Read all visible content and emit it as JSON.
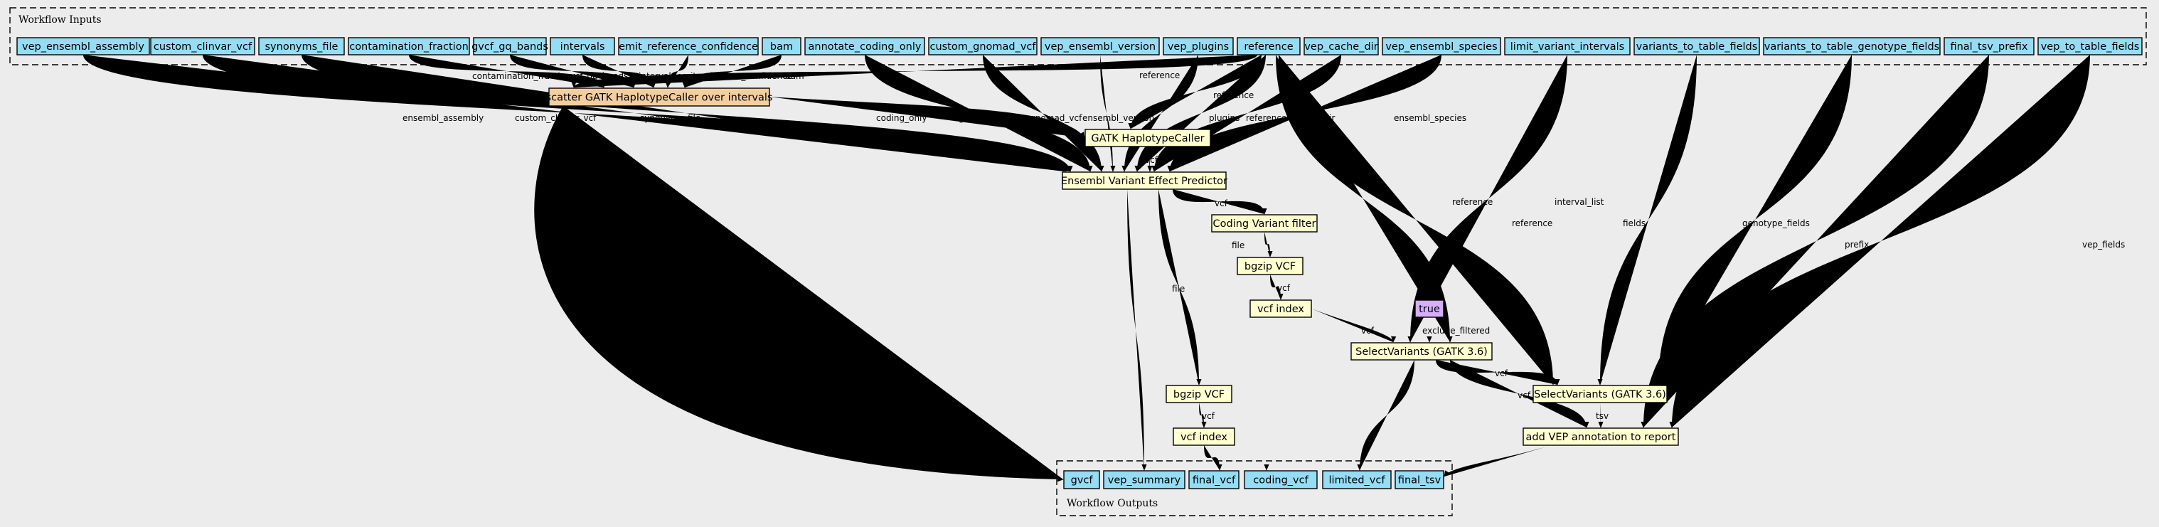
{
  "colors": {
    "background": "#ececec",
    "io": "#94ddf4",
    "step": "#ffffd0",
    "scatter": "#f3cea1",
    "constant": "#d5aefc"
  },
  "clusters": {
    "inputs": "Workflow Inputs",
    "outputs": "Workflow Outputs"
  },
  "inputs": [
    "vep_ensembl_assembly",
    "custom_clinvar_vcf",
    "synonyms_file",
    "contamination_fraction",
    "gvcf_gq_bands",
    "intervals",
    "emit_reference_confidence",
    "bam",
    "annotate_coding_only",
    "custom_gnomad_vcf",
    "vep_ensembl_version",
    "vep_plugins",
    "reference",
    "vep_cache_dir",
    "vep_ensembl_species",
    "limit_variant_intervals",
    "variants_to_table_fields",
    "variants_to_table_genotype_fields",
    "final_tsv_prefix",
    "vep_to_table_fields"
  ],
  "steps": {
    "scatter": "scatter GATK HaplotypeCaller over intervals",
    "gatk_hc": "GATK HaplotypeCaller",
    "vep": "Ensembl Variant Effect Predictor",
    "coding_filter": "Coding Variant filter",
    "bgzip1": "bgzip VCF",
    "index1": "vcf index",
    "const_true": "true",
    "select1": "SelectVariants (GATK 3.6)",
    "select2": "SelectVariants (GATK 3.6)",
    "bgzip2": "bgzip VCF",
    "index2": "vcf index",
    "add_vep": "add VEP annotation to report"
  },
  "outputs": [
    "gvcf",
    "vep_summary",
    "final_vcf",
    "coding_vcf",
    "limited_vcf",
    "final_tsv"
  ],
  "edge_labels": {
    "reference_scatter": "reference",
    "contamination_fraction": "contamination_fraction",
    "gvcf_gq_bands": "gvcf_gq_bands",
    "intervals": "intervals",
    "emit_reference_confidence": "emit_reference_confidence",
    "bam": "bam",
    "ensembl_assembly": "ensembl_assembly",
    "custom_clinvar_vcf": "custom_clinvar_vcf",
    "synonyms_file": "synonyms_file",
    "coding_only": "coding_only",
    "gvcfs": "gvcfs",
    "custom_gnomad_vcf": "custom_gnomad_vcf",
    "ensembl_version": "ensembl_version",
    "plugins": "plugins",
    "reference_hc": "reference",
    "reference_vep": "reference",
    "cache_dir": "cache_dir",
    "ensembl_species": "ensembl_species",
    "reference_sel1": "reference",
    "reference_sel2": "reference",
    "interval_list": "interval_list",
    "fields": "fields",
    "genotype_fields": "genotype_fields",
    "prefix": "prefix",
    "vep_fields": "vep_fields",
    "vcf_hc_vep": "vcf",
    "vcf_vep_coding": "vcf",
    "file_coding_bgzip": "file",
    "vcf_bgzip_index": "vcf",
    "vcf_index_sel1": "vcf",
    "exclude_filtered": "exclude_filtered",
    "vcf_sel1_sel2": "vcf",
    "vcf_sel1_add": "vcf",
    "tsv": "tsv",
    "file_vep_bgzip2": "file",
    "vcf_bgzip2_index2": "vcf"
  }
}
